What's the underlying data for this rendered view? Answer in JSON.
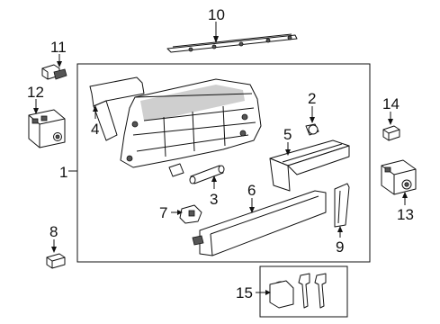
{
  "diagram": {
    "callouts": [
      {
        "id": "c1",
        "label": "1"
      },
      {
        "id": "c2",
        "label": "2"
      },
      {
        "id": "c3",
        "label": "3"
      },
      {
        "id": "c4",
        "label": "4"
      },
      {
        "id": "c5",
        "label": "5"
      },
      {
        "id": "c6",
        "label": "6"
      },
      {
        "id": "c7",
        "label": "7"
      },
      {
        "id": "c8",
        "label": "8"
      },
      {
        "id": "c9",
        "label": "9"
      },
      {
        "id": "c10",
        "label": "10"
      },
      {
        "id": "c11",
        "label": "11"
      },
      {
        "id": "c12",
        "label": "12"
      },
      {
        "id": "c13",
        "label": "13"
      },
      {
        "id": "c14",
        "label": "14"
      },
      {
        "id": "c15",
        "label": "15"
      }
    ],
    "line_color": "#111111",
    "background_color": "#ffffff"
  }
}
